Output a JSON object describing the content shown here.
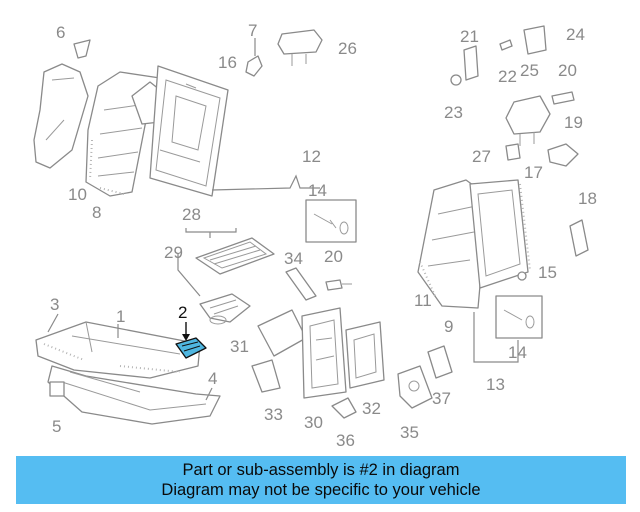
{
  "diagram": {
    "callouts": [
      {
        "id": "1",
        "label": "1"
      },
      {
        "id": "2",
        "label": "2"
      },
      {
        "id": "3",
        "label": "3"
      },
      {
        "id": "4",
        "label": "4"
      },
      {
        "id": "5",
        "label": "5"
      },
      {
        "id": "6",
        "label": "6"
      },
      {
        "id": "7",
        "label": "7"
      },
      {
        "id": "8",
        "label": "8"
      },
      {
        "id": "9",
        "label": "9"
      },
      {
        "id": "10",
        "label": "10"
      },
      {
        "id": "11",
        "label": "11"
      },
      {
        "id": "12",
        "label": "12"
      },
      {
        "id": "13",
        "label": "13"
      },
      {
        "id": "14a",
        "label": "14"
      },
      {
        "id": "14b",
        "label": "14"
      },
      {
        "id": "15",
        "label": "15"
      },
      {
        "id": "16",
        "label": "16"
      },
      {
        "id": "17",
        "label": "17"
      },
      {
        "id": "18",
        "label": "18"
      },
      {
        "id": "19",
        "label": "19"
      },
      {
        "id": "20a",
        "label": "20"
      },
      {
        "id": "20b",
        "label": "20"
      },
      {
        "id": "21",
        "label": "21"
      },
      {
        "id": "22",
        "label": "22"
      },
      {
        "id": "23",
        "label": "23"
      },
      {
        "id": "24",
        "label": "24"
      },
      {
        "id": "25",
        "label": "25"
      },
      {
        "id": "26",
        "label": "26"
      },
      {
        "id": "27",
        "label": "27"
      },
      {
        "id": "28",
        "label": "28"
      },
      {
        "id": "29",
        "label": "29"
      },
      {
        "id": "30",
        "label": "30"
      },
      {
        "id": "31",
        "label": "31"
      },
      {
        "id": "32",
        "label": "32"
      },
      {
        "id": "33",
        "label": "33"
      },
      {
        "id": "34",
        "label": "34"
      },
      {
        "id": "35",
        "label": "35"
      },
      {
        "id": "36",
        "label": "36"
      },
      {
        "id": "37",
        "label": "37"
      }
    ],
    "highlighted_part": "2",
    "highlight_color": "#4fb6e0"
  },
  "banner": {
    "line1": "Part or sub-assembly is #2 in diagram",
    "line2": "Diagram may not be specific to your vehicle",
    "background": "#55bdf2"
  }
}
